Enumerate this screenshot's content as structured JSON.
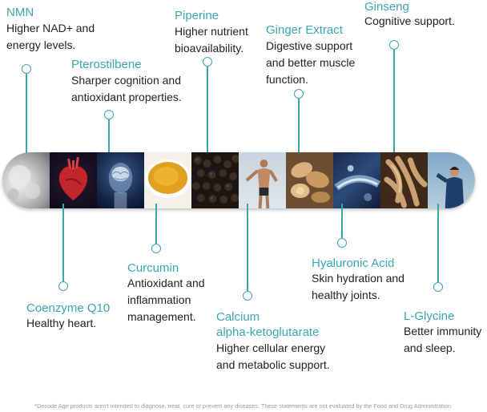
{
  "colors": {
    "accent": "#3aa6b0",
    "text": "#222222"
  },
  "ingredients": [
    {
      "id": "nmn",
      "name": "NMN",
      "line1": "Higher NAD+ and",
      "line2": "energy levels.",
      "image": "white-powder-image"
    },
    {
      "id": "coenzyme-q10",
      "name": "Coenzyme Q10",
      "line1": "Healthy heart.",
      "line2": "",
      "image": "heart-image"
    },
    {
      "id": "pterostilbene",
      "name": "Pterostilbene",
      "line1": "Sharper cognition and",
      "line2": "antioxidant properties.",
      "image": "brain-image"
    },
    {
      "id": "curcumin",
      "name": "Curcumin",
      "line1": "Antioxidant and",
      "line2": "inflammation",
      "line3": "management.",
      "image": "turmeric-powder-image"
    },
    {
      "id": "piperine",
      "name": "Piperine",
      "line1": "Higher nutrient",
      "line2": "bioavailability.",
      "image": "black-pepper-image"
    },
    {
      "id": "calcium-akg",
      "name": "Calcium",
      "name2": "alpha-ketoglutarate",
      "line1": "Higher cellular energy",
      "line2": "and metabolic support.",
      "image": "athlete-image"
    },
    {
      "id": "ginger-extract",
      "name": "Ginger Extract",
      "line1": "Digestive support",
      "line2": "and better muscle",
      "line3": "function.",
      "image": "ginger-image"
    },
    {
      "id": "hyaluronic-acid",
      "name": "Hyaluronic Acid",
      "line1": "Skin hydration and",
      "line2": "healthy joints.",
      "image": "serum-dropper-image"
    },
    {
      "id": "ginseng",
      "name": "Ginseng",
      "line1": "Cognitive support.",
      "line2": "",
      "image": "ginseng-root-image"
    },
    {
      "id": "l-glycine",
      "name": "L-Glycine",
      "line1": "Better immunity",
      "line2": "and sleep.",
      "image": "runner-woman-image"
    }
  ],
  "footnote": "*Decode Age products aren't intended to diagnose, treat, cure or prevent any diseases. These statements are not evaluated by the Food and Drug Administration."
}
